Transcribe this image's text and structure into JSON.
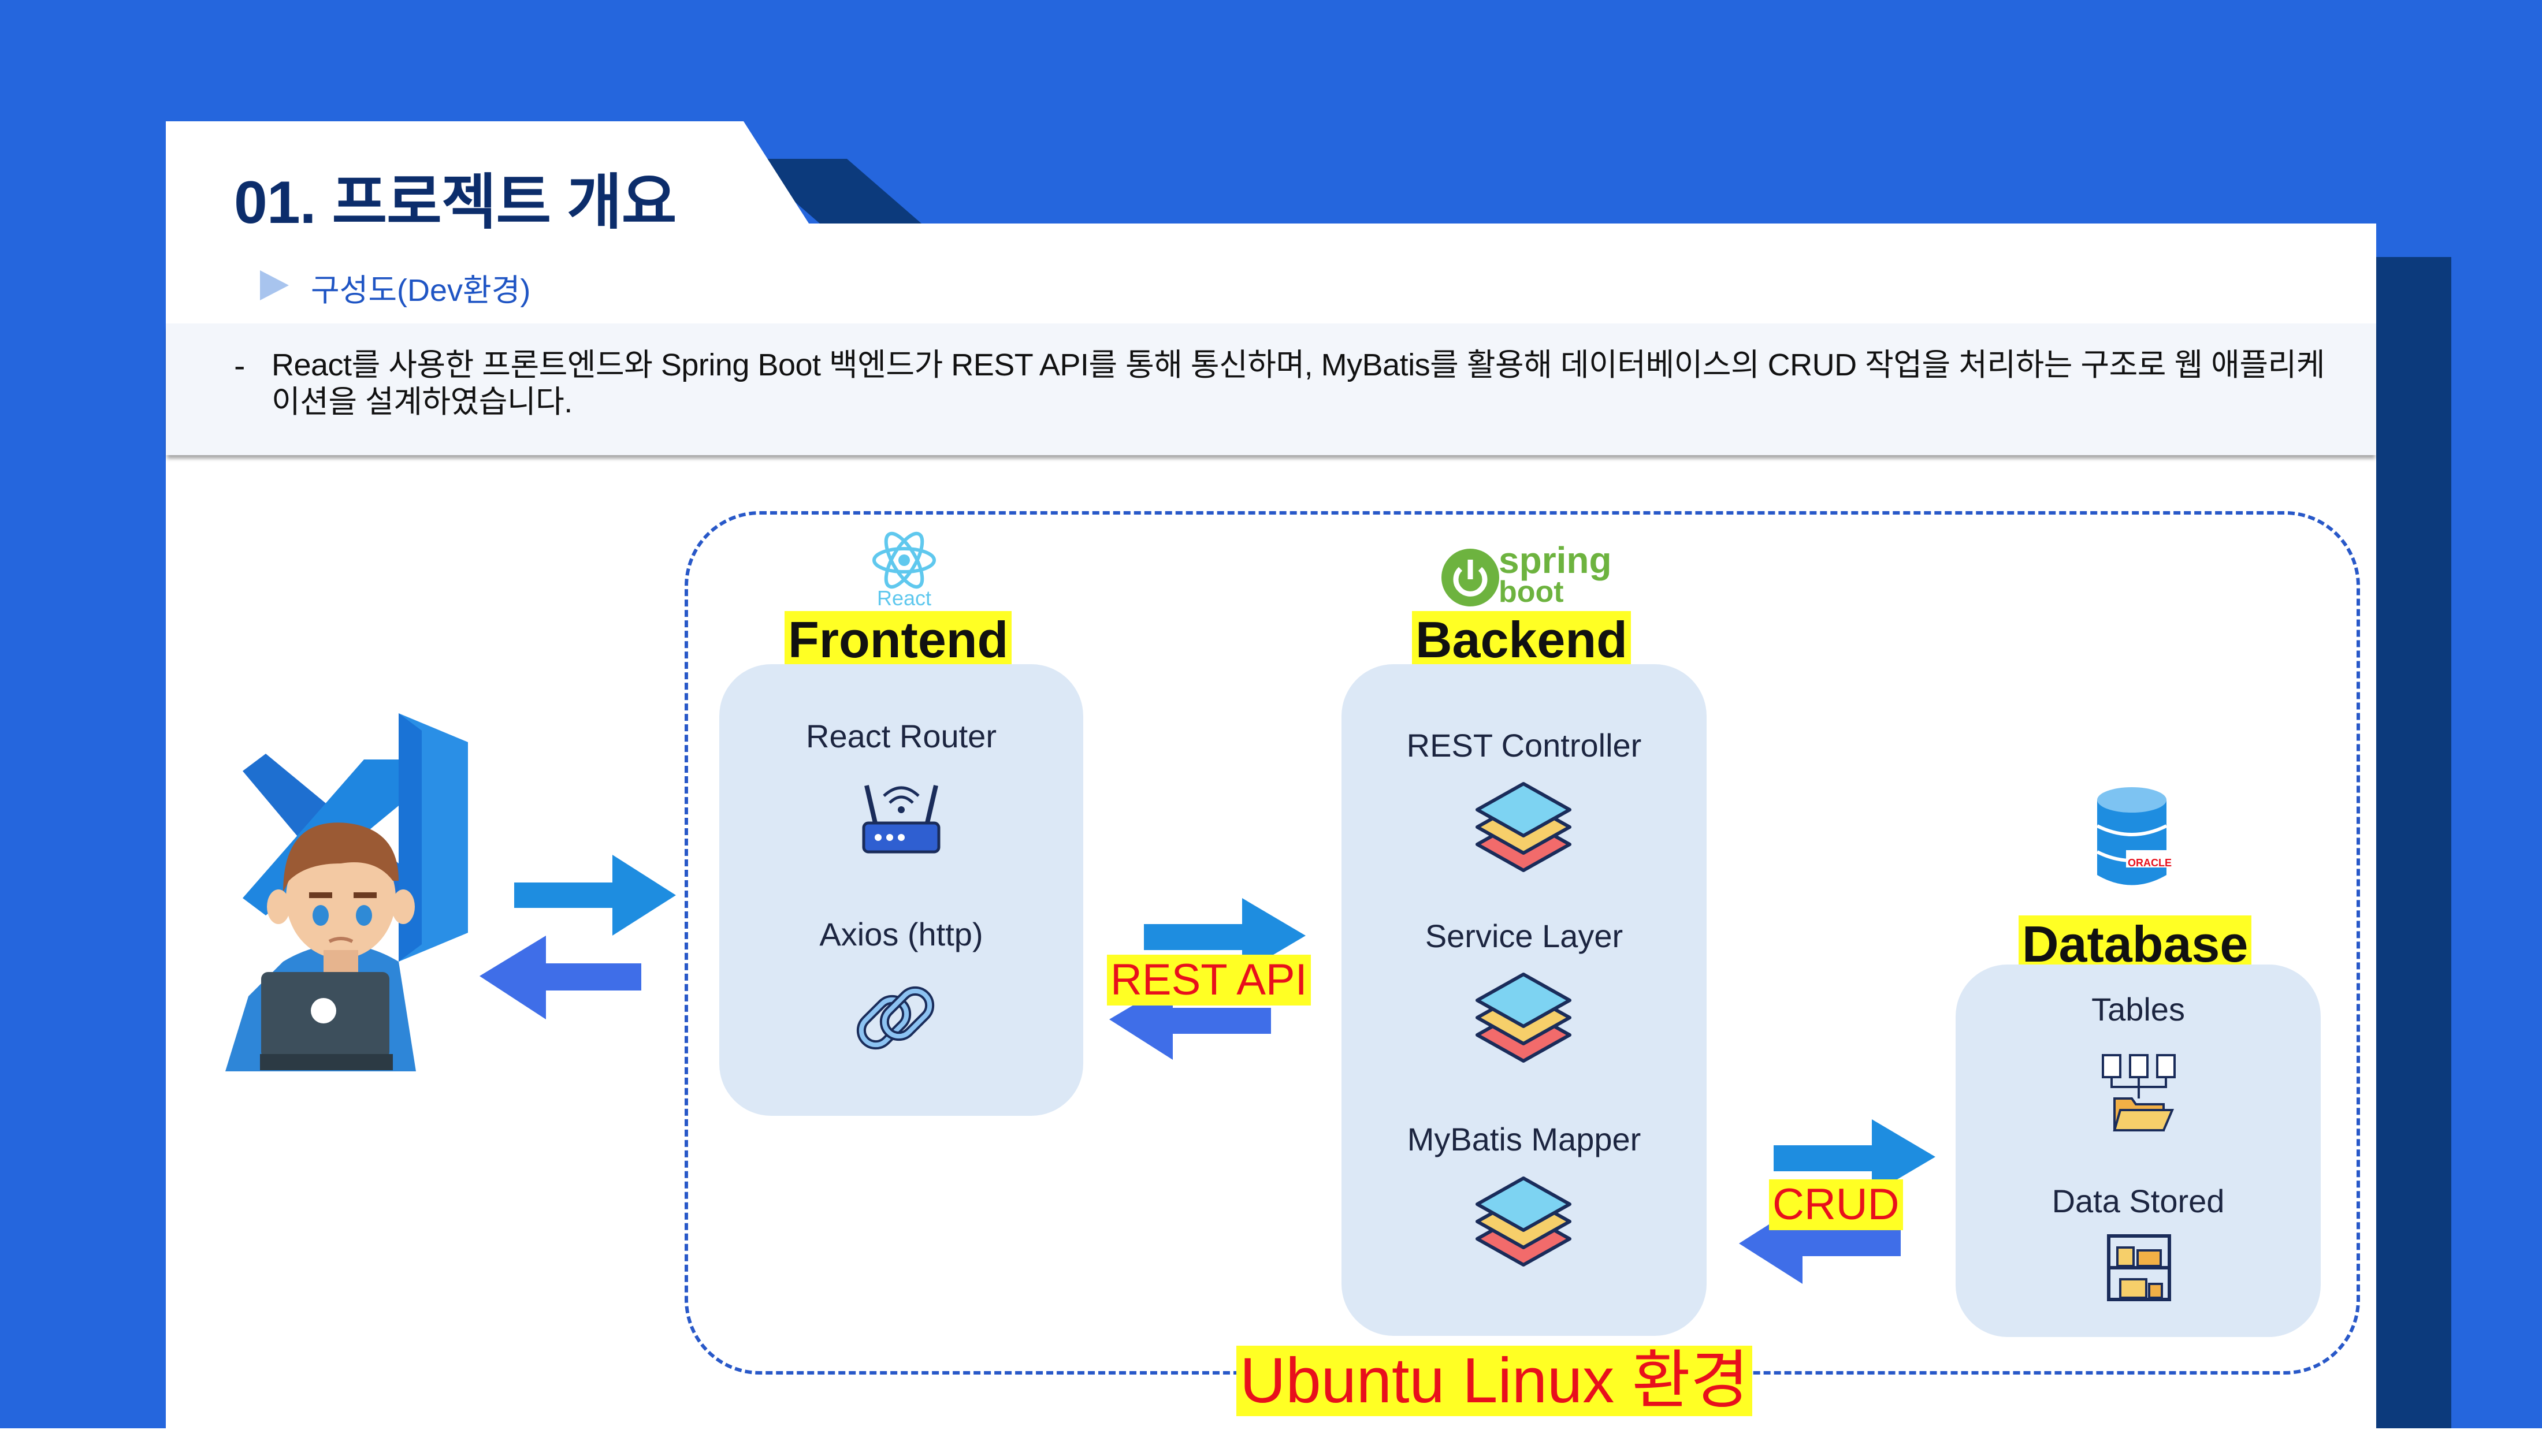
{
  "slide": {
    "title": "01. 프로젝트 개요",
    "subtitle": "구성도(Dev환경)",
    "bullet": "-",
    "description": "React를 사용한 프론트엔드와 Spring Boot 백엔드가 REST API를 통해 통신하며, MyBatis를 활용해 데이터베이스의 CRUD 작업을 처리하는 구조로 웹 애플리케이션을 설계하였습니다."
  },
  "diagram": {
    "frontend": {
      "logo_text": "React",
      "title": "Frontend",
      "items": [
        "React Router",
        "Axios (http)"
      ]
    },
    "backend": {
      "logo_text_1": "spring",
      "logo_text_2": "boot",
      "title": "Backend",
      "items": [
        "REST Controller",
        "Service Layer",
        "MyBatis Mapper"
      ]
    },
    "database": {
      "logo_text": "ORACLE",
      "title": "Database",
      "items": [
        "Tables",
        "Data Stored"
      ]
    },
    "link_rest": "REST API",
    "link_crud": "CRUD",
    "environment": "Ubuntu Linux 환경"
  },
  "colors": {
    "background_blue": "#2566dd",
    "dark_navy": "#0c3a7c",
    "title_navy": "#0c2d6b",
    "highlight_yellow": "#ffff24",
    "env_red": "#e8101c",
    "card_blue": "#dce8f6",
    "dashed_border": "#2858c8"
  },
  "icons": [
    "vscode-logo-icon",
    "developer-laptop-icon",
    "react-logo-icon",
    "router-icon",
    "chain-link-icon",
    "spring-boot-logo-icon",
    "layers-icon",
    "oracle-database-icon",
    "files-folder-icon",
    "shelf-storage-icon",
    "double-arrow-icon"
  ]
}
